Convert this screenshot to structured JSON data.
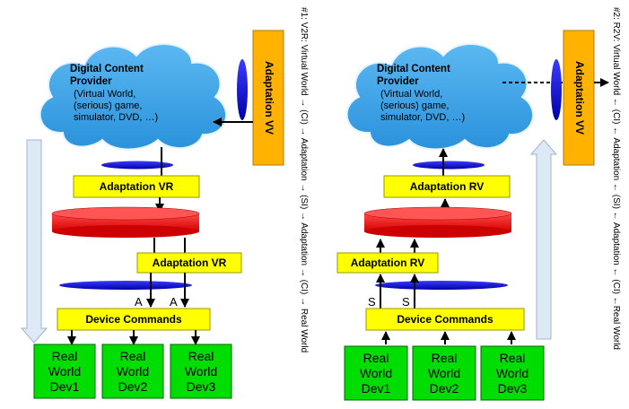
{
  "colors": {
    "cloud_fill": "#3fa4e8",
    "cloud_stroke": "#ffffff",
    "adaptation_box": "#ffff00",
    "adaptation_vv": "#ffb300",
    "device_box": "#00dd00",
    "red_disk": "#ff0000",
    "blue_lens": "#0000cc",
    "down_arrow": "#dde9f5"
  },
  "left": {
    "provider_title_1": "Digital Content",
    "provider_title_2": "Provider",
    "provider_desc_1": "(Virtual World,",
    "provider_desc_2": "(serious) game,",
    "provider_desc_3": "simulator, DVD, …)",
    "adaptation_vv": "Adaptation VV",
    "adaptation_top": "Adaptation VR",
    "adaptation_mid": "Adaptation VR",
    "arrow_label_1": "A",
    "arrow_label_2": "A",
    "device_commands": "Device Commands",
    "devices": [
      {
        "line1": "Real",
        "line2": "World",
        "line3": "Dev1"
      },
      {
        "line1": "Real",
        "line2": "World",
        "line3": "Dev2"
      },
      {
        "line1": "Real",
        "line2": "World",
        "line3": "Dev3"
      }
    ],
    "side_caption": "#1: V2R: Virtual World → (CI) → Adaptation → (SI) → Adaptation → (CI) → Real World"
  },
  "right": {
    "provider_title_1": "Digital Content",
    "provider_title_2": "Provider",
    "provider_desc_1": "(Virtual World,",
    "provider_desc_2": "(serious) game,",
    "provider_desc_3": "simulator, DVD, …)",
    "adaptation_vv": "Adaptation VV",
    "adaptation_top": "Adaptation RV",
    "adaptation_mid": "Adaptation RV",
    "arrow_label_1": "S",
    "arrow_label_2": "S",
    "device_commands": "Device Commands",
    "devices": [
      {
        "line1": "Real",
        "line2": "World",
        "line3": "Dev1"
      },
      {
        "line1": "Real",
        "line2": "World",
        "line3": "Dev2"
      },
      {
        "line1": "Real",
        "line2": "World",
        "line3": "Dev3"
      }
    ],
    "side_caption": "#2: R2V: Virtual World ← (CI) ← Adaptation ← (SI) ← Adaptation ← (CI) ←Real World"
  }
}
